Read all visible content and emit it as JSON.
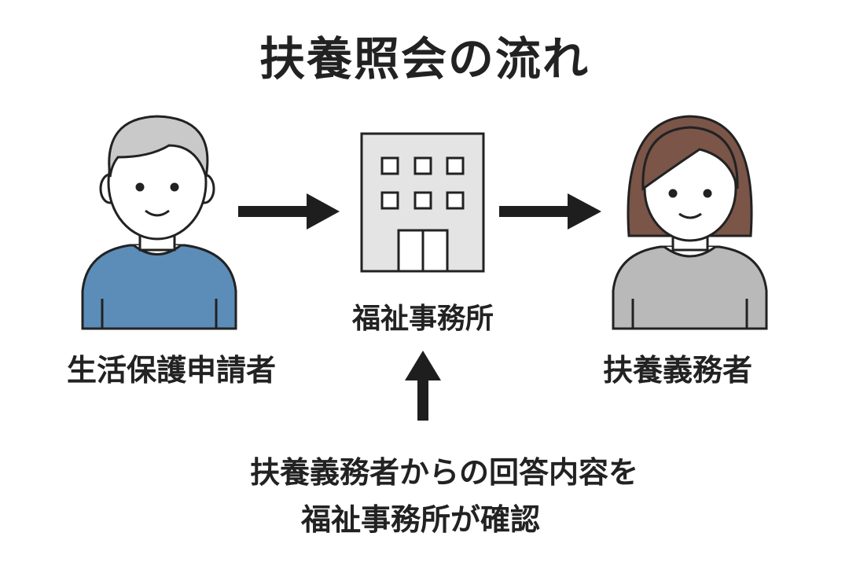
{
  "title": "扶養照会の流れ",
  "nodes": {
    "applicant": "生活保護申請者",
    "office": "福祉事務所",
    "obligor": "扶養義務者"
  },
  "note": {
    "line1": "扶養義務者からの回答内容を",
    "line2": "福祉事務所が確認"
  },
  "colors": {
    "applicant_shirt": "#5b8db8",
    "applicant_hair": "#c9c9c9",
    "obligor_hair": "#7a5548",
    "obligor_shirt": "#b9b9b9",
    "building": "#e4e4e4",
    "arrow": "#1e1e1e"
  }
}
